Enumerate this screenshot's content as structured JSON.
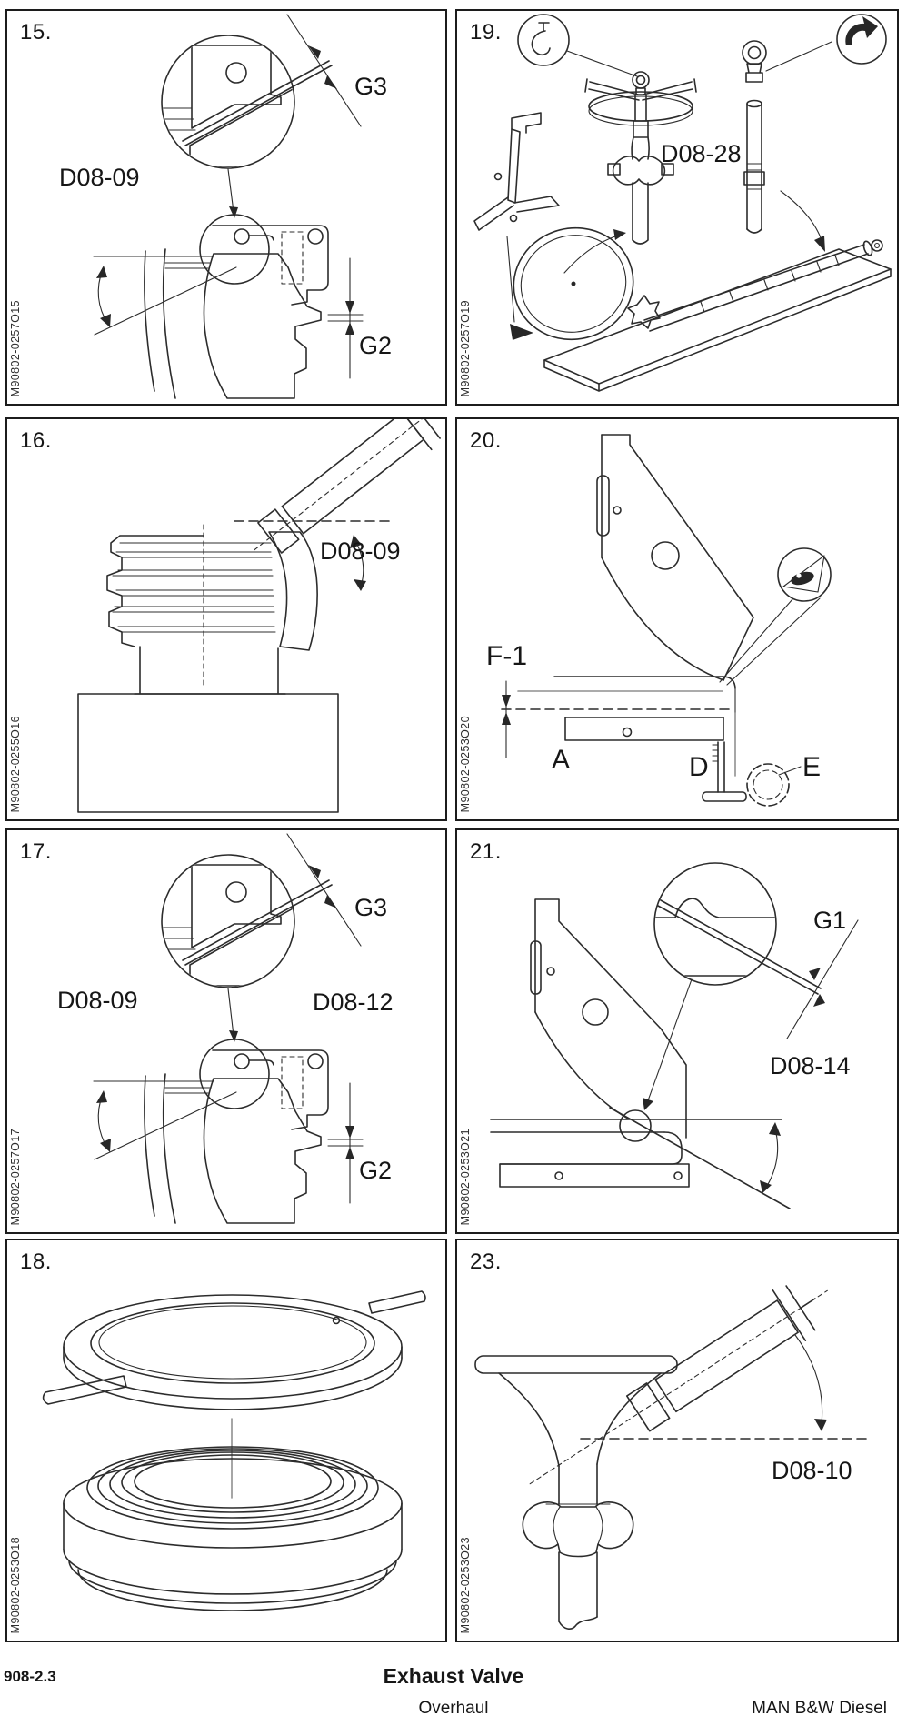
{
  "footer": {
    "doc_number": "908-2.3",
    "title": "Exhaust Valve",
    "subtitle": "Overhaul",
    "company": "MAN B&W Diesel"
  },
  "panels": {
    "p15": {
      "number": "15.",
      "code": "M90802-0257O15",
      "labels": {
        "tool_a": "D08-09",
        "gauge_top": "G3",
        "gauge_bottom": "G2"
      }
    },
    "p19": {
      "number": "19.",
      "code": "M90802-0257O19",
      "labels": {
        "tool_a": "D08-28"
      }
    },
    "p16": {
      "number": "16.",
      "code": "M90802-0255O16",
      "labels": {
        "tool_a": "D08-09"
      }
    },
    "p20": {
      "number": "20.",
      "code": "M90802-0253O20",
      "labels": {
        "position": "F-1",
        "part_a": "A",
        "part_d": "D",
        "part_e": "E"
      }
    },
    "p17": {
      "number": "17.",
      "code": "M90802-0257O17",
      "labels": {
        "tool_a": "D08-09",
        "tool_b": "D08-12",
        "gauge_top": "G3",
        "gauge_bottom": "G2"
      }
    },
    "p21": {
      "number": "21.",
      "code": "M90802-0253O21",
      "labels": {
        "gauge": "G1",
        "tool_a": "D08-14"
      }
    },
    "p18": {
      "number": "18.",
      "code": "M90802-0253O18",
      "labels": {}
    },
    "p23": {
      "number": "23.",
      "code": "M90802-0253O23",
      "labels": {
        "tool_a": "D08-10"
      }
    }
  }
}
